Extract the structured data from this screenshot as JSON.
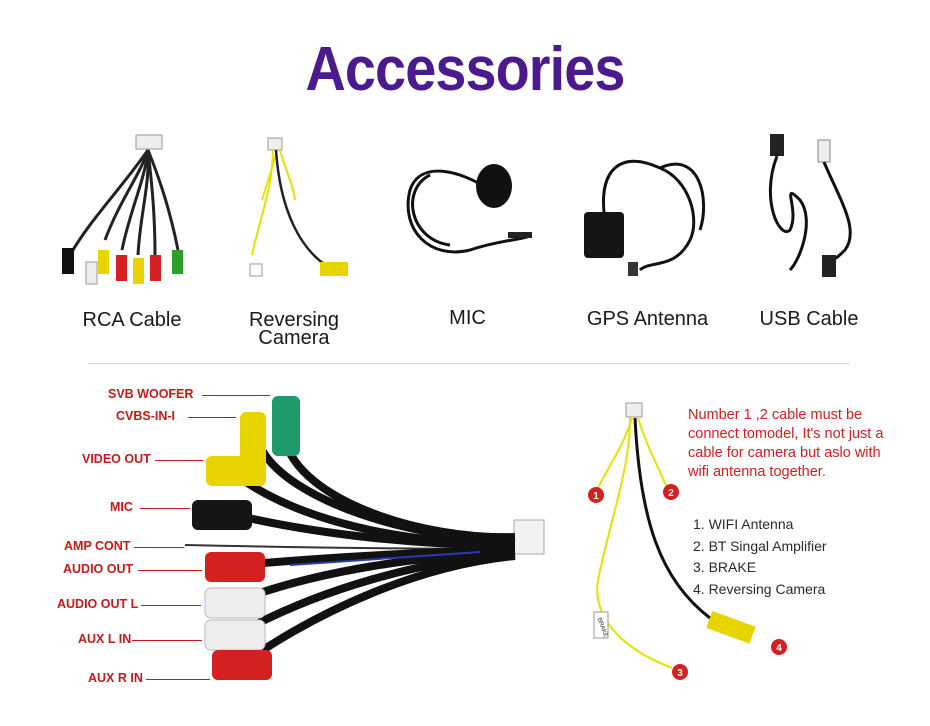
{
  "title": "Accessories",
  "products": [
    {
      "label": "RCA Cable"
    },
    {
      "label_line1": "Reversing",
      "label_line2": "Camera"
    },
    {
      "label": "MIC"
    },
    {
      "label": "GPS Antenna"
    },
    {
      "label": "USB Cable"
    }
  ],
  "wiring_labels": [
    "SVB WOOFER",
    "CVBS-IN-I",
    "VIDEO OUT",
    "MIC",
    "AMP CONT",
    "AUDIO OUT",
    "AUDIO OUT L",
    "AUX L IN",
    "AUX R IN"
  ],
  "camera_cable": {
    "note": "Number 1 ,2 cable must be connect tomodel, It's not just a cable for camera but aslo with wifi antenna together.",
    "items": [
      "1. WIFI Antenna",
      "2. BT Singal Amplifier",
      "3. BRAKE",
      "4. Reversing Camera"
    ],
    "markers": [
      "1",
      "2",
      "3",
      "4"
    ],
    "tag": "BRAKE"
  },
  "colors": {
    "title": "#4b1a8c",
    "annotation": "#c81818",
    "text": "#1a1a1a"
  }
}
